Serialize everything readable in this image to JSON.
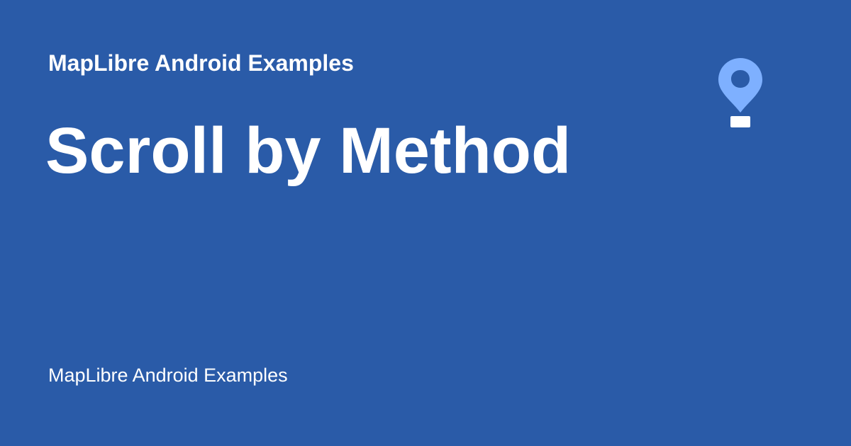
{
  "header": {
    "site_name": "MapLibre Android Examples"
  },
  "main": {
    "title": "Scroll by Method"
  },
  "footer": {
    "site_name": "MapLibre Android Examples"
  },
  "logo": {
    "icon": "map-pin-icon",
    "pin_color": "#7eb0ff",
    "base_color": "#ffffff"
  },
  "theme": {
    "background": "#2a5ba8",
    "text": "#ffffff"
  }
}
